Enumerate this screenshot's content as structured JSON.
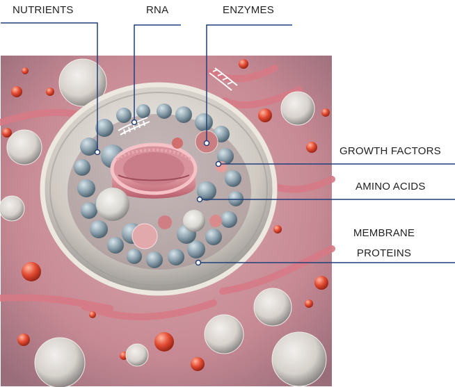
{
  "labels": {
    "nutrients": "NUTRIENTS",
    "rna": "RNA",
    "enzymes": "ENZYMES",
    "growth_factors": "GROWTH FACTORS",
    "amino_acids": "AMINO ACIDS",
    "membrane_proteins": "MEMBRANE PROTEINS"
  },
  "colors": {
    "leader_line": "#1f3f7a",
    "background_tissue": "#c98f99",
    "membrane_pink": "#d67a86",
    "vesicle_blue_gray": "#7f939f",
    "red_particle": "#e24b32",
    "fuzzy_particle": "#d8d6cf"
  }
}
